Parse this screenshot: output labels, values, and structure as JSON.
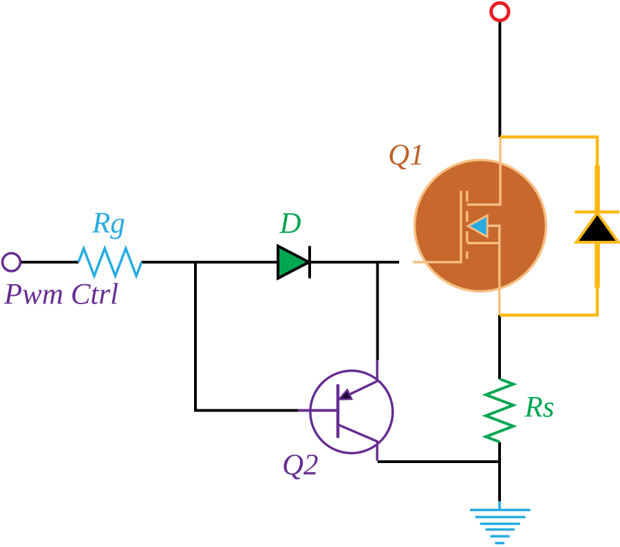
{
  "diagram": {
    "type": "circuit-schematic",
    "title": "MOSFET gate drive circuit with PWM control"
  },
  "labels": {
    "input_terminal": "Pwm Ctrl",
    "gate_resistor": "Rg",
    "diode": "D",
    "mosfet": "Q1",
    "transistor": "Q2",
    "sense_resistor": "Rs"
  },
  "components": [
    {
      "name": "input-terminal",
      "label": "Pwm Ctrl",
      "symbol": "open circle terminal",
      "color": "#662D91"
    },
    {
      "name": "gate-resistor",
      "label": "Rg",
      "symbol": "resistor zigzag, horizontal",
      "color": "#29ABE2"
    },
    {
      "name": "diode",
      "label": "D",
      "symbol": "diode pointing right",
      "color": "#00A651"
    },
    {
      "name": "mosfet",
      "label": "Q1",
      "symbol": "n-channel MOSFET in filled circle",
      "color": "#C7682C"
    },
    {
      "name": "body-diode",
      "label": "",
      "symbol": "diode pointing up, parallel with Q1",
      "color": "#FCB814"
    },
    {
      "name": "turnoff-transistor",
      "label": "Q2",
      "symbol": "PNP BJT in circle",
      "color": "#662D91"
    },
    {
      "name": "sense-resistor",
      "label": "Rs",
      "symbol": "resistor zigzag, vertical",
      "color": "#00A651"
    },
    {
      "name": "supply-terminal",
      "label": "",
      "symbol": "open circle terminal, top",
      "color": "#EA1C24"
    },
    {
      "name": "ground",
      "label": "",
      "symbol": "earth ground, 6 bars",
      "color": "#29ABE2"
    }
  ],
  "colors": {
    "background": "#FFFFFF",
    "wire": "#000000",
    "purple": "#662D91",
    "cyan": "#29ABE2",
    "green": "#00A651",
    "orange_fill": "#C7682C",
    "peach": "#F7BE81",
    "label_q1": "#BD5F27",
    "yellow": "#FCB814",
    "red": "#EA1C24",
    "arrow_dark": "#1E0B33",
    "black_fill": "#000000"
  }
}
